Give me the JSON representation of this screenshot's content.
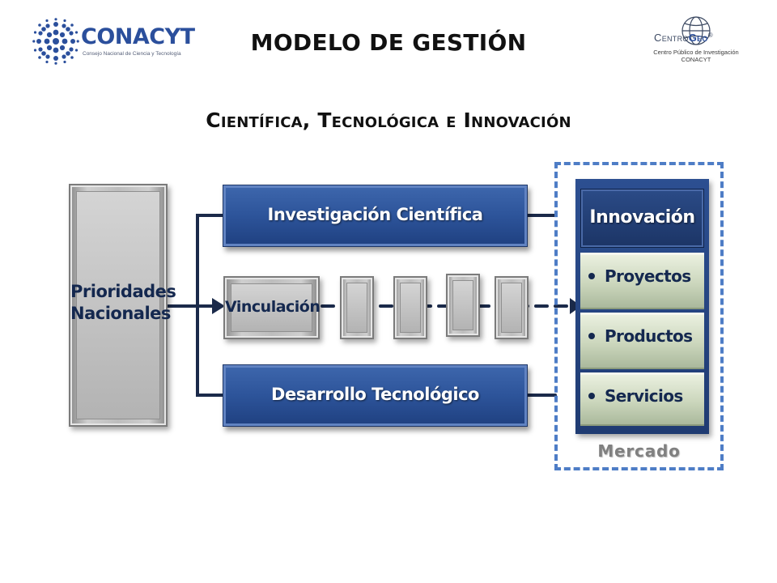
{
  "header": {
    "left_logo": {
      "name": "CONACYT",
      "subtitle": "Consejo Nacional de Ciencia y Tecnología",
      "color": "#2b4f9c"
    },
    "title": "MODELO DE GESTIÓN",
    "right_logo": {
      "name_prefix": "Centro",
      "name_suffix": "Geo",
      "mark": "®",
      "line1": "Centro Público de Investigación",
      "line2": "CONACYT"
    }
  },
  "subtitle": "Científica, Tecnológica e Innovación",
  "diagram": {
    "source_block": "Prioridades Nacionales",
    "rows": {
      "top": "Investigación Científica",
      "middle": "Vinculación",
      "bottom": "Desarrollo Tecnológico"
    },
    "intermediate_steps": 4,
    "outcome": {
      "header": "Innovación",
      "bullet": "•",
      "items": [
        "Proyectos",
        "Productos",
        "Servicios"
      ]
    },
    "frame_label": "Mercado"
  },
  "colors": {
    "navy": "#1c3566",
    "blue_bar": "#2d549a",
    "gray_block": "#bdbdbd",
    "dashed_frame": "#4e7dc6",
    "item_green": "#cbd6bc",
    "connector": "#1b2a4a"
  }
}
